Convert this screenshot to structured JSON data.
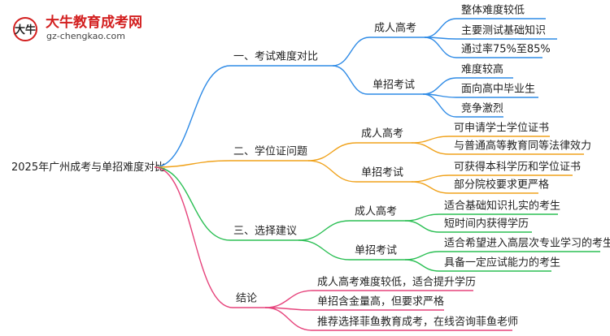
{
  "logo": {
    "name": "大牛教育成考网",
    "url": "gz-chengkao.com",
    "mark": "大牛"
  },
  "mindmap": {
    "root": "2025年广州成考与单招难度对比",
    "branches": [
      {
        "label": "一、考试难度对比",
        "color": "#2f8be6",
        "children": [
          {
            "label": "成人高考",
            "items": [
              "整体难度较低",
              "主要测试基础知识",
              "通过率75%至85%"
            ]
          },
          {
            "label": "单招考试",
            "items": [
              "难度较高",
              "面向高中毕业生",
              "竞争激烈"
            ]
          }
        ]
      },
      {
        "label": "二、学位证问题",
        "color": "#f0a21b",
        "children": [
          {
            "label": "成人高考",
            "items": [
              "可申请学士学位证书",
              "与普通高等教育同等法律效力"
            ]
          },
          {
            "label": "单招考试",
            "items": [
              "可获得本科学历和学位证书",
              "部分院校要求更严格"
            ]
          }
        ]
      },
      {
        "label": "三、选择建议",
        "color": "#2bbf54",
        "children": [
          {
            "label": "成人高考",
            "items": [
              "适合基础知识扎实的考生",
              "短时间内获得学历"
            ]
          },
          {
            "label": "单招考试",
            "items": [
              "适合希望进入高层次专业学习的考生",
              "具备一定应试能力的考生"
            ]
          }
        ]
      },
      {
        "label": "结论",
        "color": "#e6447c",
        "children": [],
        "items": [
          "成人高考难度较低，适合提升学历",
          "单招含金量高，但要求严格",
          "推荐选择菲鱼教育成考，在线咨询菲鱼老师"
        ]
      }
    ]
  }
}
